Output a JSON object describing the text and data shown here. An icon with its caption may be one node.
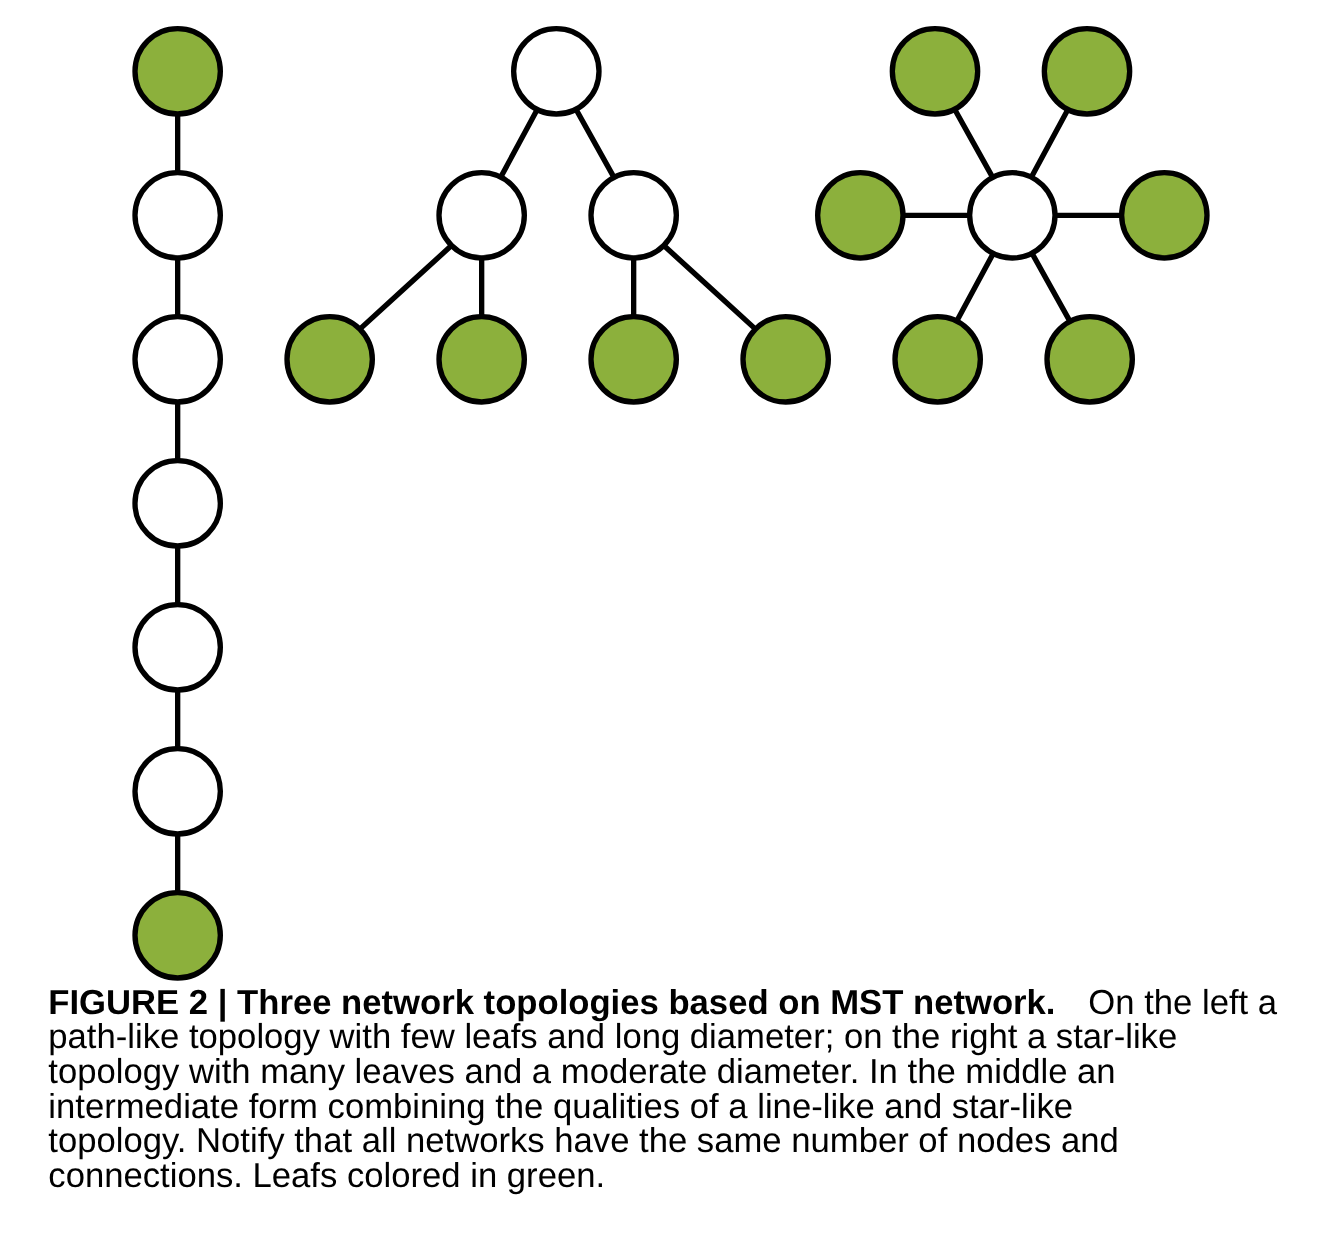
{
  "diagram": {
    "caption": "**FIGURE 2 | Three network topologies based on MST network.** On the left a path-like topology with few leafs and long diameter; on the right a star-like topology with many leaves and a moderate diameter. In the middle an intermediate form combining the qualities of a line-like and star-like topology. Notify that all networks have the same number of nodes and connections. Leafs colored in green.",
    "nodes": [
      {
        "text": [],
        "shape": "circle"
      },
      {
        "text": [],
        "shape": "circle"
      },
      {
        "text": [],
        "shape": "circle"
      },
      {
        "text": [],
        "shape": "circle"
      },
      {
        "text": [],
        "shape": "circle"
      },
      {
        "text": [],
        "shape": "circle"
      },
      {
        "text": [],
        "shape": "circle"
      },
      {
        "text": [],
        "shape": "circle"
      },
      {
        "text": [],
        "shape": "circle"
      },
      {
        "text": [],
        "shape": "circle"
      },
      {
        "text": [],
        "shape": "circle"
      },
      {
        "text": [],
        "shape": "circle"
      },
      {
        "text": [],
        "shape": "circle"
      },
      {
        "text": [],
        "shape": "circle"
      },
      {
        "text": [],
        "shape": "circle"
      },
      {
        "text": [],
        "shape": "circle"
      },
      {
        "text": [],
        "shape": "circle"
      },
      {
        "text": [],
        "shape": "circle"
      },
      {
        "text": [],
        "shape": "circle"
      },
      {
        "text": [],
        "shape": "circle"
      },
      {
        "text": [],
        "shape": "circle"
      }
    ],
    "edges": [
      {
        "from": 0,
        "to": 1,
        "arrow": "none"
      },
      {
        "from": 1,
        "to": 2,
        "arrow": "none"
      },
      {
        "from": 2,
        "to": 3,
        "arrow": "none"
      },
      {
        "from": 3,
        "to": 4,
        "arrow": "none"
      },
      {
        "from": 4,
        "to": 5,
        "arrow": "none"
      },
      {
        "from": 5,
        "to": 6,
        "arrow": "none"
      },
      {
        "from": 7,
        "to": 8,
        "arrow": "none"
      },
      {
        "from": 7,
        "to": 9,
        "arrow": "none"
      },
      {
        "from": 8,
        "to": 10,
        "arrow": "none"
      },
      {
        "from": 8,
        "to": 11,
        "arrow": "none"
      },
      {
        "from": 9,
        "to": 12,
        "arrow": "none"
      },
      {
        "from": 9,
        "to": 13,
        "arrow": "none"
      },
      {
        "from": 14,
        "to": 17,
        "arrow": "none"
      },
      {
        "from": 15,
        "to": 17,
        "arrow": "none"
      },
      {
        "from": 16,
        "to": 17,
        "arrow": "none"
      },
      {
        "from": 17,
        "to": 18,
        "arrow": "none"
      },
      {
        "from": 17,
        "to": 19,
        "arrow": "none"
      },
      {
        "from": 17,
        "to": 20,
        "arrow": "none"
      }
    ]
  }
}
